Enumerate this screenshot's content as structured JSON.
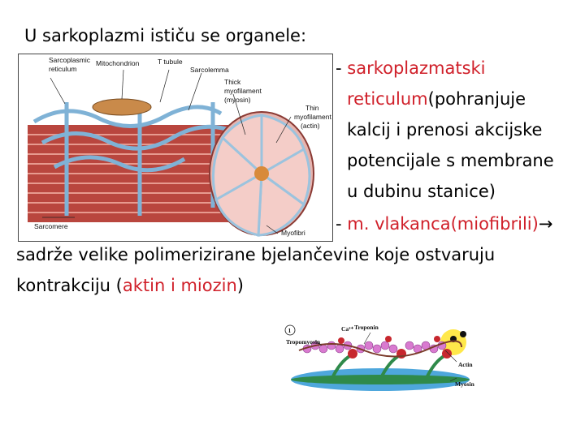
{
  "title": "U sarkoplazmi ističu se organele:",
  "items": {
    "sr_dash": "- ",
    "sr_red1": "sarkoplazmatski",
    "sr_red2": "reticulum",
    "sr_rest2": "(pohranjuje",
    "sr_line3": "kalcij i prenosi akcijske",
    "sr_line4": "potencijale s membrane",
    "sr_line5": "u dubinu stanice)",
    "mv_dash": "- ",
    "mv_red": "m. vlakanca(miofibrili)",
    "mv_arrow": "→"
  },
  "body": {
    "line1": "sadrže velike polimerizirane bjelančevine koje ostvaruju",
    "line2_start": "kontrakciju (",
    "line2_red": "aktin i miozin",
    "line2_end": ")"
  },
  "figure1": {
    "labels": {
      "sarcoplasmic": "Sarcoplasmic",
      "reticulum": "reticulum",
      "mitochondrion": "Mitochondrion",
      "t_tubule": "T tubule",
      "sarcolemma": "Sarcolemma",
      "thick1": "Thick",
      "thick2": "myofilament",
      "thick3": "(myosin)",
      "thin1": "Thin",
      "thin2": "myofilament",
      "thin3": "(actin)",
      "sarcomere": "Sarcomere",
      "myofibril": "Myofibri"
    }
  },
  "figure2": {
    "labels": {
      "step": "1",
      "ca": "Ca²⁺",
      "tropomyosin": "Tropomyosin",
      "troponin": "Troponin",
      "actin": "Actin",
      "myosin": "Myosin"
    }
  }
}
